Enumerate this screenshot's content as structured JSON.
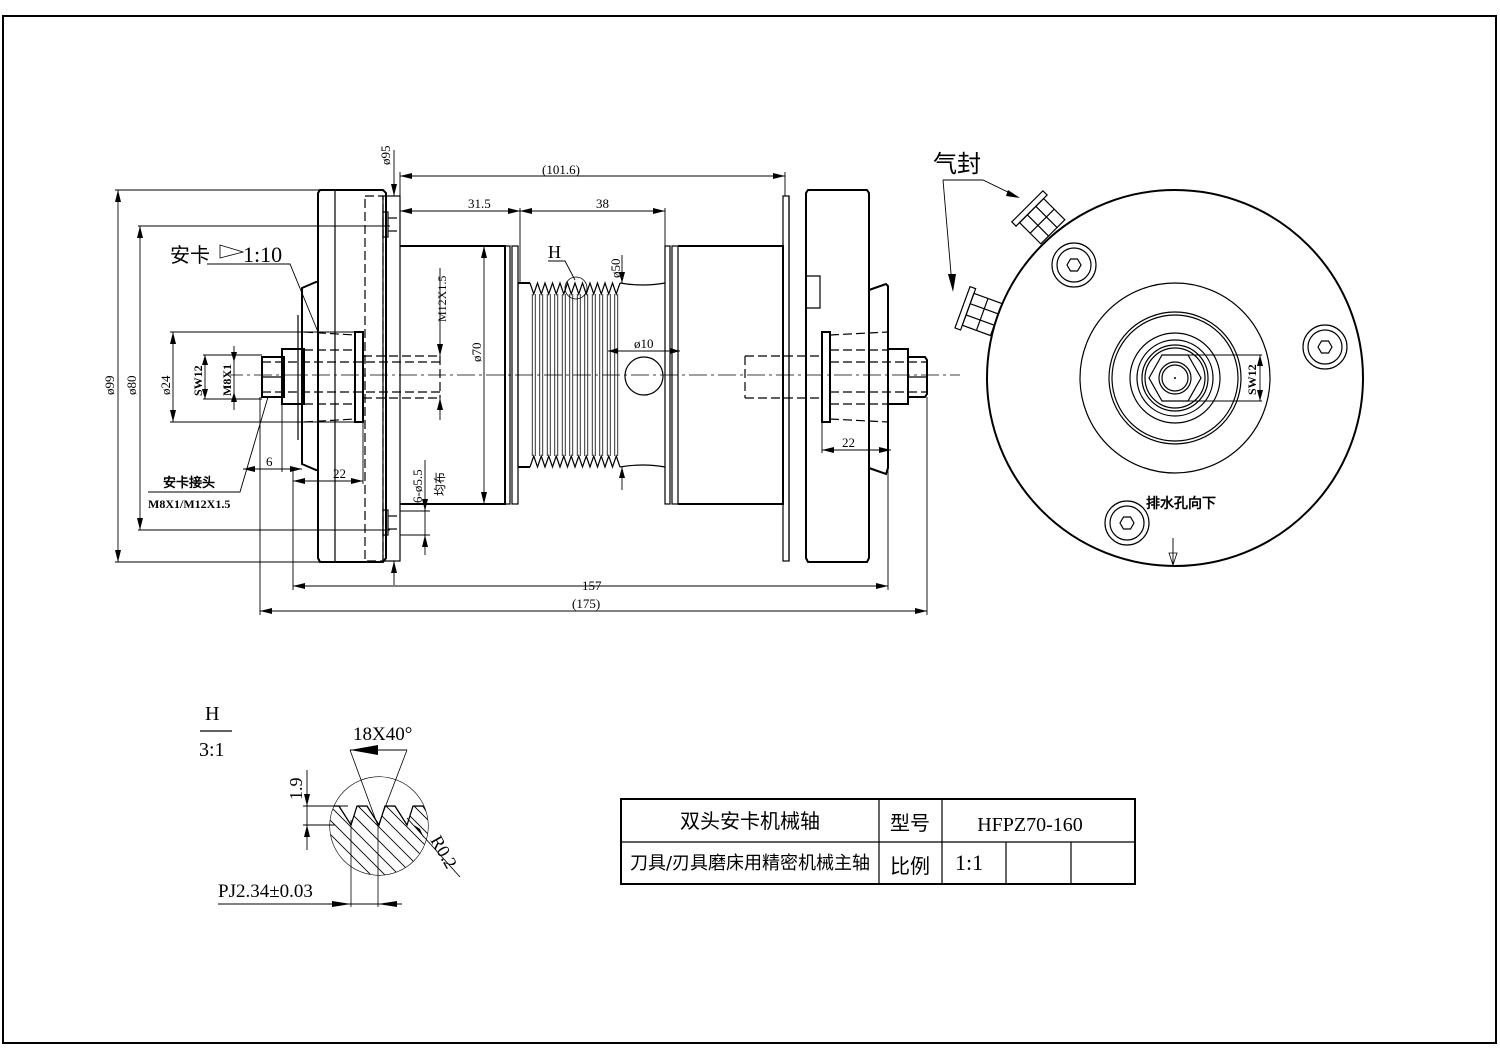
{
  "drawing": {
    "title_block": {
      "name": "双头安卡机械轴",
      "description": "刀具/刃具磨床用精密机械主轴",
      "model_label": "型号",
      "model_value": "HFPZ70-160",
      "scale_label": "比例",
      "scale_value": "1:1"
    },
    "side_view": {
      "dimensions": {
        "overall_bracket": "(101.6)",
        "len_a": "31.5",
        "len_b": "38",
        "dia_flange": "ø95",
        "dia_outer": "ø99",
        "dia_pitch": "ø80",
        "dia_collet": "ø24",
        "wrench_left": "SW12",
        "thread_left": "M8X1",
        "thread_body": "M12X1.5",
        "dia_body": "ø70",
        "dia_groove": "ø50",
        "dia_hole": "ø10",
        "holes": "6-ø5.5",
        "holes_note": "均布",
        "offset_left": "6",
        "collet_len_left": "22",
        "collet_len_right": "22",
        "total_len": "157",
        "overall_len": "(175)"
      },
      "labels": {
        "collet_taper": "安卡",
        "taper_ratio": "1:10",
        "collet_nut": "安卡接头",
        "collet_nut_spec": "M8X1/M12X1.5",
        "detail_marker": "H"
      }
    },
    "end_view": {
      "air_seal": "气封",
      "wrench": "SW12",
      "drain_note": "排水孔向下"
    },
    "detail_h": {
      "title": "H",
      "scale": "3:1",
      "grooves": "18X40°",
      "depth": "1.9",
      "radius": "R0.2",
      "pitch": "PJ2.34±0.03"
    }
  }
}
